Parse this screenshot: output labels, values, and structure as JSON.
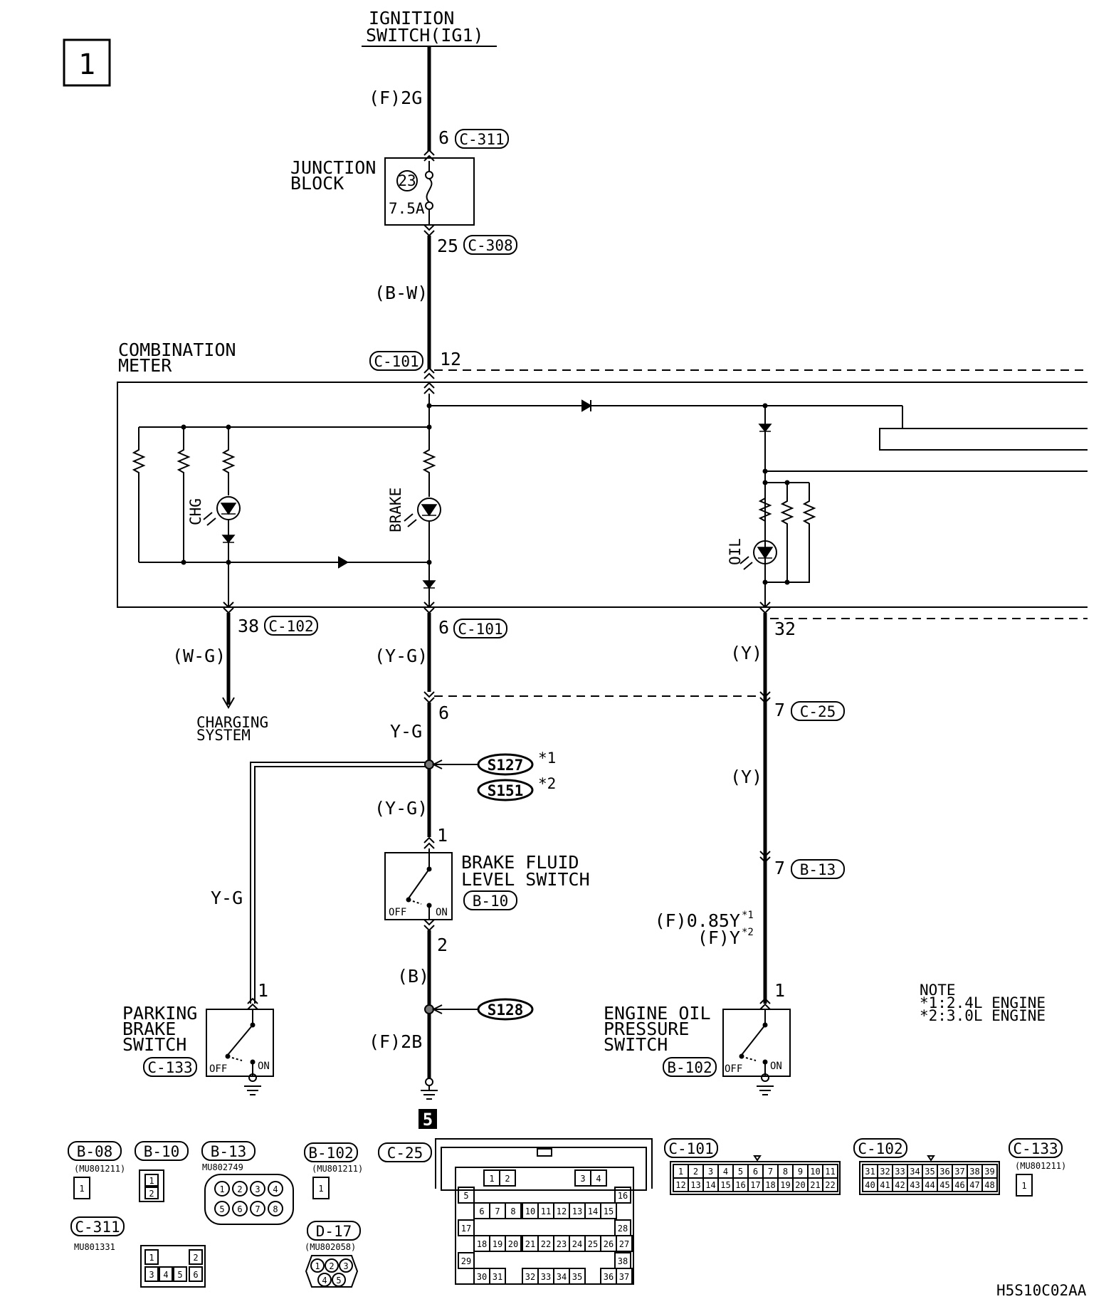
{
  "page_number": "1",
  "power_source": [
    "IGNITION",
    "SWITCH(IG1)"
  ],
  "wires": {
    "main_top": "(F)2G",
    "after_fuse": "(B-W)",
    "chg_out": "(W-G)",
    "brake_out": "(Y-G)",
    "brake_after_conn": "Y-G",
    "brake_after_splice": "(Y-G)",
    "parking": "Y-G",
    "brake_switch_out": "(B)",
    "ground_wire": "(F)2B",
    "oil_out": "(Y)",
    "oil_mid": "(Y)",
    "oil_variant1": "(F)0.85Y",
    "oil_variant1_mark": "*1",
    "oil_variant2": "(F)Y",
    "oil_variant2_mark": "*2"
  },
  "junction_block": {
    "label": [
      "JUNCTION",
      "BLOCK"
    ],
    "fuse_number": "23",
    "fuse_rating": "7.5A"
  },
  "combination_meter": {
    "label": [
      "COMBINATION",
      "METER"
    ],
    "lamps": [
      "CHG",
      "BRAKE",
      "OIL"
    ]
  },
  "pins": {
    "c311": {
      "pin": "6",
      "connector": "C-311"
    },
    "c308": {
      "pin": "25",
      "connector": "C-308"
    },
    "c101_in": {
      "pin": "12",
      "connector": "C-101"
    },
    "c102": {
      "pin": "38",
      "connector": "C-102"
    },
    "c101_out": {
      "pin": "6",
      "connector": "C-101"
    },
    "oil_meter": {
      "pin": "32"
    },
    "brake_c25": {
      "pin": "6"
    },
    "oil_c25": {
      "pin": "7",
      "connector": "C-25"
    },
    "brake_sw_in": {
      "pin": "1"
    },
    "brake_sw_out": {
      "pin": "2"
    },
    "oil_b13": {
      "pin": "7",
      "connector": "B-13"
    },
    "parking_in": {
      "pin": "1"
    },
    "oil_sw_in": {
      "pin": "1"
    }
  },
  "charging_system": [
    "CHARGING",
    "SYSTEM"
  ],
  "splices": [
    {
      "id": "S127",
      "mark": "*1"
    },
    {
      "id": "S151",
      "mark": "*2"
    },
    {
      "id": "S128",
      "mark": ""
    }
  ],
  "switches": {
    "brake_fluid": {
      "label": [
        "BRAKE FLUID",
        "LEVEL SWITCH"
      ],
      "connector": "B-10",
      "off": "OFF",
      "on": "ON"
    },
    "parking_brake": {
      "label": [
        "PARKING",
        "BRAKE",
        "SWITCH"
      ],
      "connector": "C-133",
      "off": "OFF",
      "on": "ON"
    },
    "engine_oil": {
      "label": [
        "ENGINE OIL",
        "PRESSURE",
        "SWITCH"
      ],
      "connector": "B-102",
      "off": "OFF",
      "on": "ON"
    }
  },
  "note": {
    "title": "NOTE",
    "lines": [
      "*1:2.4L ENGINE",
      "*2:3.0L ENGINE"
    ]
  },
  "ground_ref": "5",
  "connectors": {
    "b08": {
      "name": "B-08",
      "part": "(MU801211)",
      "pins": [
        "1"
      ]
    },
    "b10": {
      "name": "B-10",
      "part": "",
      "pins": [
        "1",
        "2"
      ]
    },
    "b13": {
      "name": "B-13",
      "part": "MU802749",
      "pins": [
        "1",
        "2",
        "3",
        "4",
        "5",
        "6",
        "7",
        "8"
      ]
    },
    "b102": {
      "name": "B-102",
      "part": "(MU801211)",
      "pins": [
        "1"
      ]
    },
    "c311": {
      "name": "C-311",
      "part": "MU801331",
      "pins": [
        "1",
        "2",
        "3",
        "4",
        "5",
        "6"
      ]
    },
    "d17": {
      "name": "D-17",
      "part": "(MU802058)",
      "pins": [
        "1",
        "2",
        "3",
        "4",
        "5"
      ]
    },
    "c25": {
      "name": "C-25",
      "part": "",
      "rows": [
        [
          "1",
          "2",
          "3",
          "4"
        ],
        [
          "5",
          "16"
        ],
        [
          "6",
          "7",
          "8",
          "10",
          "11",
          "12",
          "13",
          "14",
          "15"
        ],
        [
          "17",
          "28"
        ],
        [
          "18",
          "19",
          "20",
          "21",
          "22",
          "23",
          "24",
          "25",
          "26",
          "27"
        ],
        [
          "29",
          "38"
        ],
        [
          "30",
          "31",
          "32",
          "33",
          "34",
          "35",
          "36",
          "37"
        ]
      ]
    },
    "c101": {
      "name": "C-101",
      "part": "",
      "rows": [
        [
          "1",
          "2",
          "3",
          "4",
          "5",
          "6",
          "7",
          "8",
          "9",
          "10",
          "11"
        ],
        [
          "12",
          "13",
          "14",
          "15",
          "16",
          "17",
          "18",
          "19",
          "20",
          "21",
          "22"
        ]
      ]
    },
    "c102": {
      "name": "C-102",
      "part": "",
      "rows": [
        [
          "31",
          "32",
          "33",
          "34",
          "35",
          "36",
          "37",
          "38",
          "39"
        ],
        [
          "40",
          "41",
          "42",
          "43",
          "44",
          "45",
          "46",
          "47",
          "48"
        ]
      ]
    },
    "c133": {
      "name": "C-133",
      "part": "(MU801211)",
      "pins": [
        "1"
      ]
    }
  },
  "diagram_id": "H5S10C02AA"
}
